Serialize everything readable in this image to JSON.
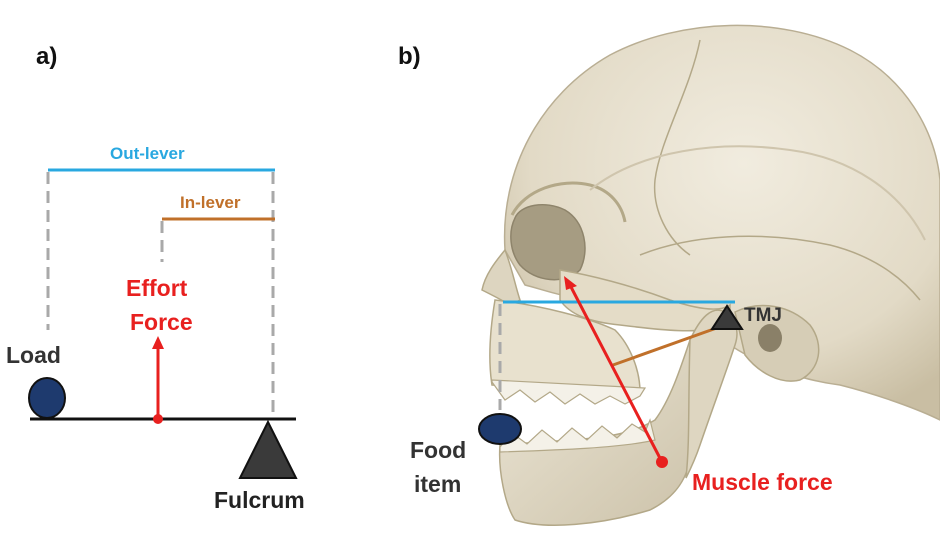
{
  "panel_a": {
    "letter": "a)",
    "out_lever_label": "Out-lever",
    "in_lever_label": "In-lever",
    "effort_label_line1": "Effort",
    "effort_label_line2": "Force",
    "load_label": "Load",
    "fulcrum_label": "Fulcrum"
  },
  "panel_b": {
    "letter": "b)",
    "tmj_label": "TMJ",
    "food_label_line1": "Food",
    "food_label_line2": "item",
    "muscle_label": "Muscle force"
  },
  "colors": {
    "out_lever": "#29a8e0",
    "in_lever": "#c0702a",
    "effort": "#e8201f",
    "load_fill": "#1e3a6e",
    "fulcrum_fill": "#3a3a3a",
    "skull_base": "#e9e3d3",
    "skull_shadow": "#c9c0aa",
    "teeth": "#f4f1e8"
  }
}
